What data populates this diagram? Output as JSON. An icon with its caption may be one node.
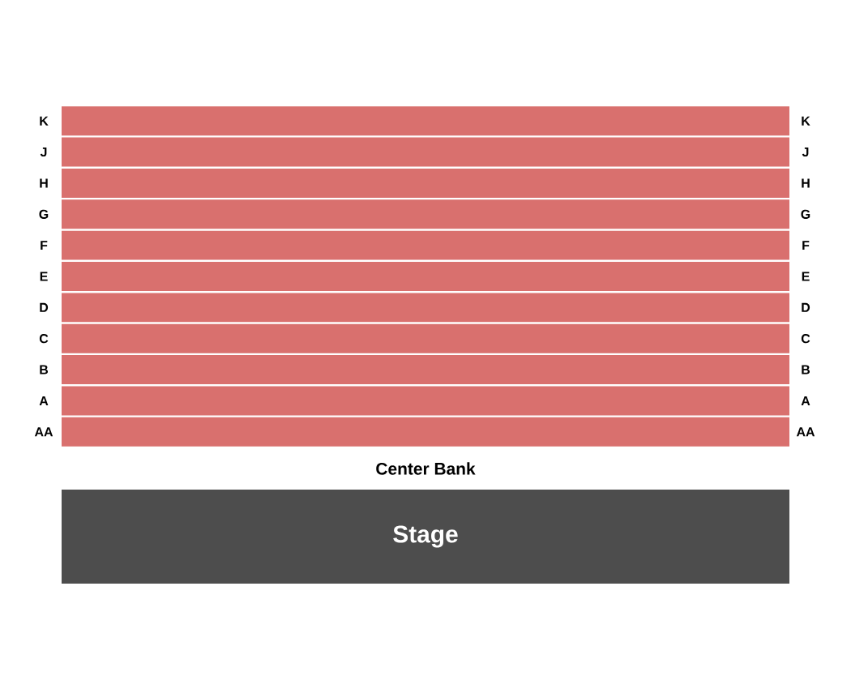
{
  "diagram": {
    "nodes": [
      {
        "text": [],
        "shape": "bar",
        "beside": [
          "K",
          "K"
        ]
      },
      {
        "text": [],
        "shape": "bar",
        "beside": [
          "J",
          "J"
        ]
      },
      {
        "text": [],
        "shape": "bar",
        "beside": [
          "H",
          "H"
        ]
      },
      {
        "text": [],
        "shape": "bar",
        "beside": [
          "G",
          "G"
        ]
      },
      {
        "text": [],
        "shape": "bar",
        "beside": [
          "F",
          "F"
        ]
      },
      {
        "text": [],
        "shape": "bar",
        "beside": [
          "E",
          "E"
        ]
      },
      {
        "text": [],
        "shape": "bar",
        "beside": [
          "D",
          "D"
        ]
      },
      {
        "text": [],
        "shape": "bar",
        "beside": [
          "C",
          "C"
        ]
      },
      {
        "text": [],
        "shape": "bar",
        "beside": [
          "B",
          "B"
        ]
      },
      {
        "text": [],
        "shape": "bar",
        "beside": [
          "A",
          "A"
        ]
      },
      {
        "text": [],
        "shape": "bar",
        "beside": [
          "AA",
          "AA"
        ]
      },
      {
        "text": [
          "Stage"
        ]
      }
    ],
    "labels": [
      "Center Bank"
    ]
  }
}
